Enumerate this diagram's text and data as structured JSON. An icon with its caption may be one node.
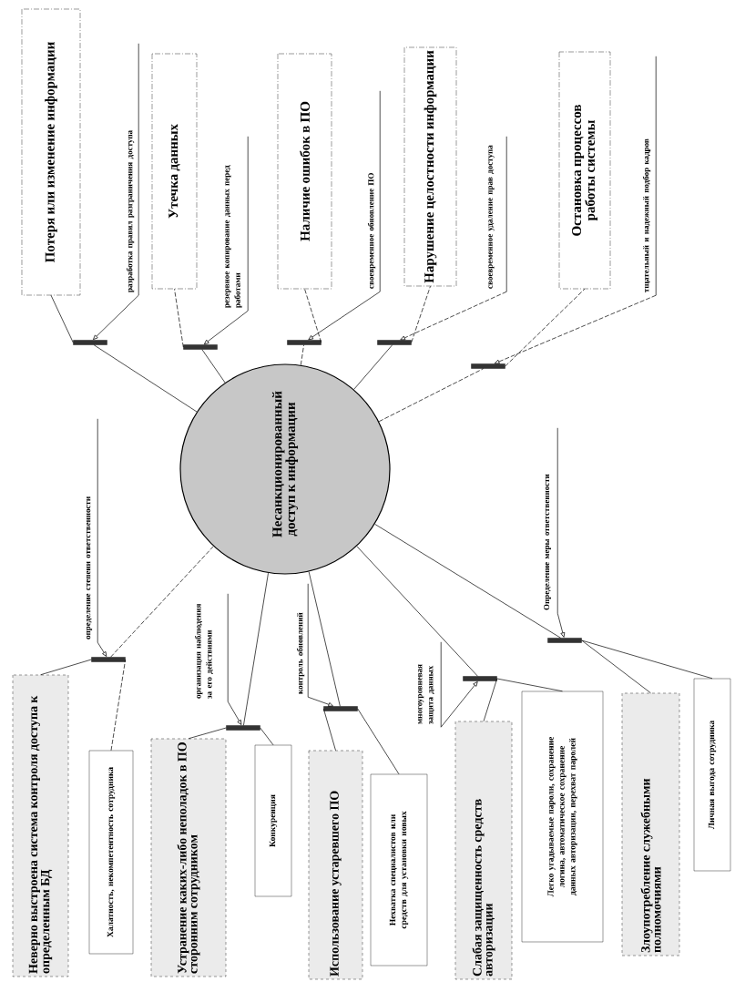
{
  "diagram": {
    "nodes": [
      {
        "text": [
          "Несанкционированный доступ к информации"
        ]
      },
      {
        "text": [
          "Потеря или изменение информации"
        ]
      },
      {
        "text": [
          "разработка правил разграничения доступа"
        ]
      },
      {
        "text": [],
        "shape": "bar"
      },
      {
        "text": [
          "Утечка данных"
        ]
      },
      {
        "text": [
          "резервное копирование данных перед работами"
        ]
      },
      {
        "text": [],
        "shape": "bar"
      },
      {
        "text": [
          "Наличие ошибок в ПО"
        ]
      },
      {
        "text": [
          "своевременное обновление ПО"
        ]
      },
      {
        "text": [],
        "shape": "bar"
      },
      {
        "text": [
          "Нарушение целостности информации"
        ]
      },
      {
        "text": [
          "своевременное удаление прав доступа"
        ]
      },
      {
        "text": [],
        "shape": "bar"
      },
      {
        "text": [
          "Остановка процессов работы системы"
        ]
      },
      {
        "text": [
          "тщательный и надежный подбор кадров"
        ]
      },
      {
        "text": [],
        "shape": "bar"
      },
      {
        "text": [
          "Неверно выстроена система контроля доступа к определенным БД"
        ]
      },
      {
        "text": [
          "Халатность, некомпетентность сотрудника"
        ]
      },
      {
        "text": [
          "определение степени ответственности"
        ]
      },
      {
        "text": [],
        "shape": "bar"
      },
      {
        "text": [
          "Устранение каких-либо неполадок в ПО сторонним сотрудником"
        ]
      },
      {
        "text": [
          "Конкуренция"
        ]
      },
      {
        "text": [
          "организация наблюдения за его действиями"
        ]
      },
      {
        "text": [],
        "shape": "bar"
      },
      {
        "text": [
          "Использование устаревшего ПО"
        ]
      },
      {
        "text": [
          "Нехватка специалистов или средств для установки новых"
        ]
      },
      {
        "text": [
          "контроль обновлений"
        ]
      },
      {
        "text": [],
        "shape": "bar"
      },
      {
        "text": [
          "Слабая защищенность средств авторизации"
        ]
      },
      {
        "text": [
          "Легко угадываемые пароли, сохранение логина, автоматическое сохранение данных авторизации, перехват паролей"
        ]
      },
      {
        "text": [
          "многоуровневая защита данных"
        ]
      },
      {
        "text": [],
        "shape": "bar"
      },
      {
        "text": [
          "Злоупотребление служебными полномочиями"
        ]
      },
      {
        "text": [
          "Личная выгода сотрудника"
        ]
      },
      {
        "text": [
          "Определение меры ответственности"
        ]
      },
      {
        "text": [],
        "shape": "bar"
      }
    ],
    "edges": [
      {
        "from": 0,
        "to": 3,
        "arrow": "none"
      },
      {
        "from": 3,
        "to": 1,
        "arrow": "none"
      },
      {
        "from": 2,
        "to": 3,
        "arrow": "to"
      },
      {
        "from": 0,
        "to": 6,
        "arrow": "none"
      },
      {
        "from": 6,
        "to": 4,
        "arrow": "none",
        "style": "dashed"
      },
      {
        "from": 5,
        "to": 6,
        "arrow": "to"
      },
      {
        "from": 0,
        "to": 9,
        "arrow": "none",
        "style": "dashed"
      },
      {
        "from": 9,
        "to": 7,
        "arrow": "none",
        "style": "dashed"
      },
      {
        "from": 8,
        "to": 9,
        "arrow": "to"
      },
      {
        "from": 0,
        "to": 12,
        "arrow": "none"
      },
      {
        "from": 12,
        "to": 10,
        "arrow": "none",
        "style": "dashed"
      },
      {
        "from": 11,
        "to": 12,
        "arrow": "to",
        "style": "dashed"
      },
      {
        "from": 0,
        "to": 15,
        "arrow": "none",
        "style": "dashed"
      },
      {
        "from": 15,
        "to": 13,
        "arrow": "none",
        "style": "dashed"
      },
      {
        "from": 14,
        "to": 15,
        "arrow": "to",
        "style": "dashed"
      },
      {
        "from": 16,
        "to": 19,
        "arrow": "none"
      },
      {
        "from": 17,
        "to": 19,
        "arrow": "none",
        "style": "dashed"
      },
      {
        "from": 18,
        "to": 19,
        "arrow": "to"
      },
      {
        "from": 19,
        "to": 0,
        "arrow": "none",
        "style": "dashed"
      },
      {
        "from": 20,
        "to": 23,
        "arrow": "none"
      },
      {
        "from": 21,
        "to": 23,
        "arrow": "none"
      },
      {
        "from": 22,
        "to": 23,
        "arrow": "to"
      },
      {
        "from": 23,
        "to": 0,
        "arrow": "none"
      },
      {
        "from": 24,
        "to": 27,
        "arrow": "none"
      },
      {
        "from": 25,
        "to": 27,
        "arrow": "none"
      },
      {
        "from": 26,
        "to": 27,
        "arrow": "to"
      },
      {
        "from": 27,
        "to": 0,
        "arrow": "none"
      },
      {
        "from": 28,
        "to": 31,
        "arrow": "none"
      },
      {
        "from": 29,
        "to": 31,
        "arrow": "none"
      },
      {
        "from": 30,
        "to": 31,
        "arrow": "to"
      },
      {
        "from": 31,
        "to": 0,
        "arrow": "none"
      },
      {
        "from": 32,
        "to": 35,
        "arrow": "none"
      },
      {
        "from": 33,
        "to": 35,
        "arrow": "none"
      },
      {
        "from": 34,
        "to": 35,
        "arrow": "to"
      },
      {
        "from": 35,
        "to": 0,
        "arrow": "none"
      }
    ]
  }
}
